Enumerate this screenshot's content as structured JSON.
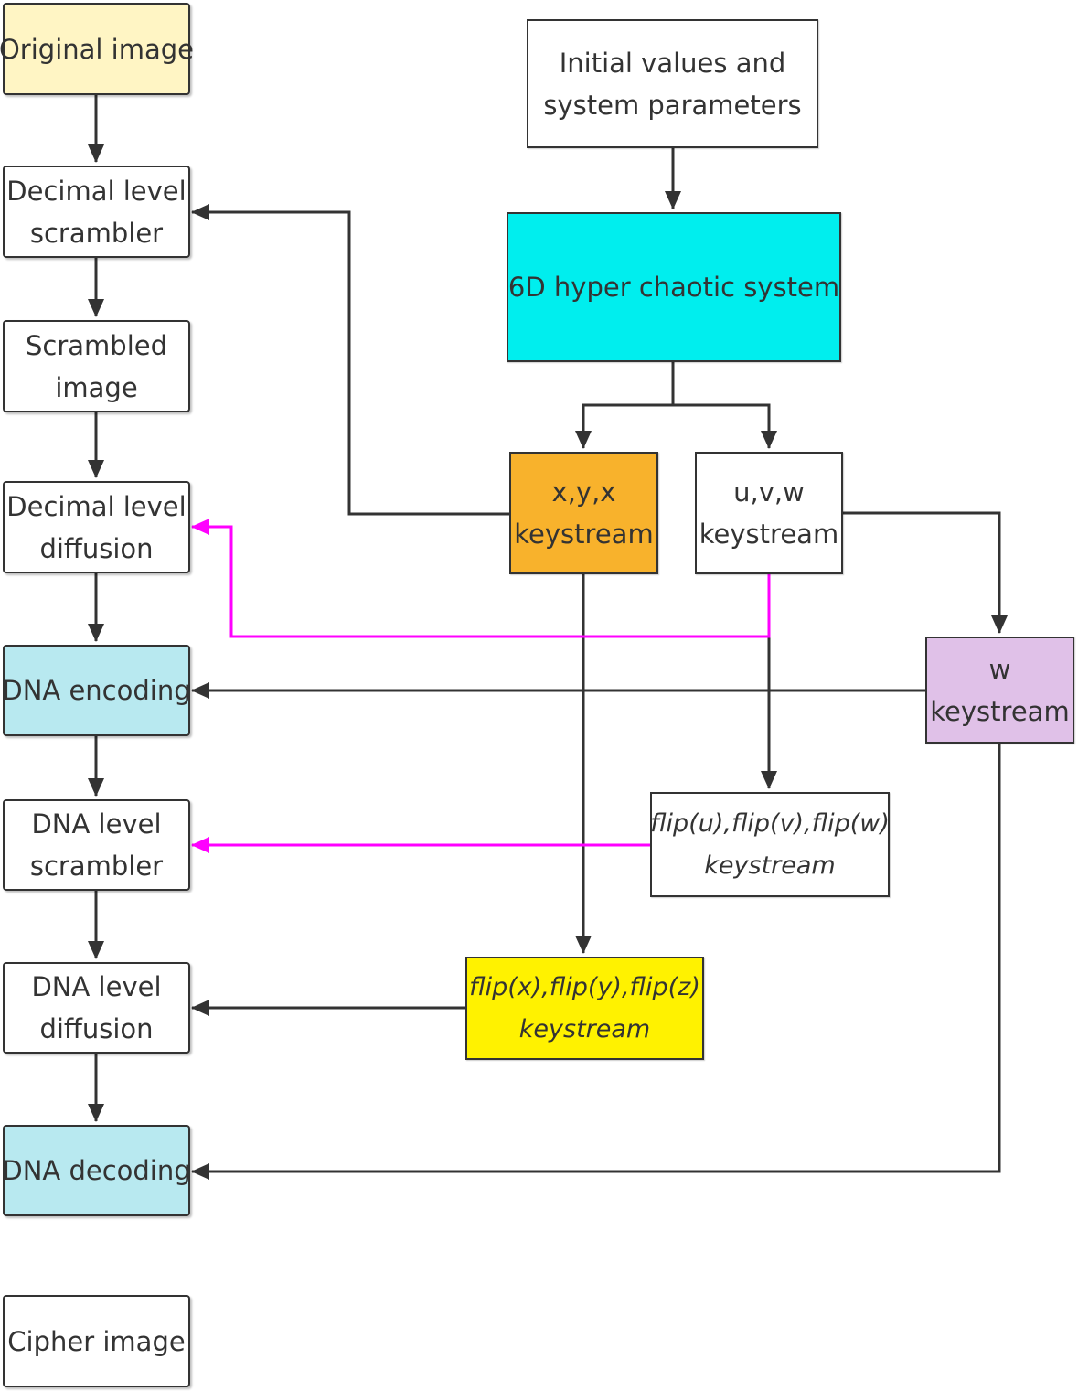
{
  "nodes": {
    "original_image": {
      "lines": [
        "Original image"
      ],
      "fill": "#fff5c4"
    },
    "decimal_scrambler": {
      "lines": [
        "Decimal level",
        "scrambler"
      ],
      "fill": "#ffffff"
    },
    "scrambled_image": {
      "lines": [
        "Scrambled",
        "image"
      ],
      "fill": "#ffffff"
    },
    "decimal_diffusion": {
      "lines": [
        "Decimal level",
        "diffusion"
      ],
      "fill": "#ffffff"
    },
    "dna_encoding": {
      "lines": [
        "DNA encoding"
      ],
      "fill": "#b8e9f0"
    },
    "dna_scrambler": {
      "lines": [
        "DNA level",
        "scrambler"
      ],
      "fill": "#ffffff"
    },
    "dna_diffusion": {
      "lines": [
        "DNA level",
        "diffusion"
      ],
      "fill": "#ffffff"
    },
    "dna_decoding": {
      "lines": [
        "DNA decoding"
      ],
      "fill": "#b8e9f0"
    },
    "cipher_image": {
      "lines": [
        "Cipher image"
      ],
      "fill": "#ffffff"
    },
    "initial_values": {
      "lines": [
        "Initial values and",
        "system parameters"
      ],
      "fill": "#ffffff"
    },
    "hyper_chaotic": {
      "lines": [
        "6D hyper chaotic system"
      ],
      "fill": "#00eeee"
    },
    "xyz_keystream": {
      "lines": [
        "x,y,x",
        "keystream"
      ],
      "fill": "#f8b22c"
    },
    "uvw_keystream": {
      "lines": [
        "u,v,w",
        "keystream"
      ],
      "fill": "#ffffff"
    },
    "w_keystream": {
      "lines": [
        "w",
        "keystream"
      ],
      "fill": "#e0c1e8"
    },
    "flip_uvw_keystream": {
      "lines": [
        "flip(u),flip(v),flip(w)",
        "keystream"
      ],
      "fill": "#ffffff"
    },
    "flip_xyz_keystream": {
      "lines": [
        "flip(x),flip(y),flip(z)",
        "keystream"
      ],
      "fill": "#fff200"
    }
  },
  "colors": {
    "line": "#333333",
    "magenta": "#ff00ff"
  }
}
